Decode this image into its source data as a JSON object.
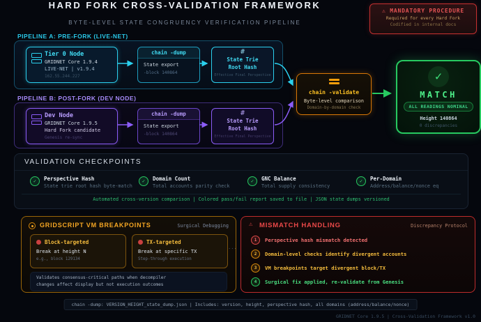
{
  "header": {
    "title": "HARD FORK CROSS-VALIDATION FRAMEWORK",
    "subtitle": "BYTE-LEVEL STATE CONGRUENCY VERIFICATION PIPELINE"
  },
  "mandatory": {
    "title": "MANDATORY PROCEDURE",
    "line1": "Required for every Hard Fork",
    "line2": "Codified in internal docs"
  },
  "icons": {
    "warning": "⚠",
    "check": "✓",
    "ellipsis": "..."
  },
  "pipeline_a": {
    "label": "PIPELINE A: PRE-FORK (LIVE-NET)",
    "node": {
      "title": "Tier 0 Node",
      "line1": "GRIDNET Core 1.9.4",
      "line2": "LIVE-NET | v1.9.4",
      "line3": "162.55.244.227"
    },
    "dump": {
      "title": "chain -dump",
      "line1": "State export",
      "line2": "-block 140864"
    },
    "trie": {
      "symbol": "#",
      "title1": "State Trie",
      "title2": "Root Hash",
      "caption": "Effective Final Perspective"
    }
  },
  "pipeline_b": {
    "label": "PIPELINE B: POST-FORK (DEV NODE)",
    "node": {
      "title": "Dev Node",
      "line1": "GRIDNET Core 1.9.5",
      "line2": "Hard Fork candidate",
      "line3": "Genesis re-sync"
    },
    "dump": {
      "title": "chain -dump",
      "line1": "State export",
      "line2": "-block 140864"
    },
    "trie": {
      "symbol": "#",
      "title1": "State Trie",
      "title2": "Root Hash",
      "caption": "Effective Final Perspective"
    }
  },
  "validate": {
    "title": "chain -validate",
    "line1": "Byte-level comparison",
    "line2": "Domain-by-domain check"
  },
  "match": {
    "title": "MATCH",
    "badge": "ALL READINGS NOMINAL",
    "height": "Height 140864",
    "discrepancies": "0 discrepancies"
  },
  "checkpoints": {
    "heading": "VALIDATION CHECKPOINTS",
    "items": [
      {
        "title": "Perspective Hash",
        "desc": "State trie root hash byte-match"
      },
      {
        "title": "Domain Count",
        "desc": "Total accounts parity check"
      },
      {
        "title": "GNC Balance",
        "desc": "Total supply consistency"
      },
      {
        "title": "Per-Domain",
        "desc": "Address/balance/nonce eq"
      }
    ],
    "footer": "Automated cross-version comparison | Colored pass/fail report saved to file | JSON state dumps versioned"
  },
  "breakpoints": {
    "title": "GRIDSCRIPT VM BREAKPOINTS",
    "tag": "Surgical Debugging",
    "cards": [
      {
        "title": "Block-targeted",
        "line1": "Break at height N",
        "line2": "e.g., block 129134"
      },
      {
        "title": "TX-targeted",
        "line1": "Break at specific TX",
        "line2": "Step-through execution"
      }
    ],
    "note1": "Validates consensus-critical paths when decompiler",
    "note2": "changes affect display but not execution outcomes"
  },
  "mismatch": {
    "title": "MISMATCH HANDLING",
    "tag": "Discrepancy Protocol",
    "steps": [
      {
        "num": "1",
        "text": "Perspective hash mismatch detected"
      },
      {
        "num": "2",
        "text": "Domain-level checks identify divergent accounts"
      },
      {
        "num": "3",
        "text": "VM breakpoints target divergent block/TX"
      },
      {
        "num": "4",
        "text": "Surgical fix applied, re-validate from Genesis"
      }
    ]
  },
  "footer": {
    "pill": "chain -dump: VERSION_HEIGHT_state_dump.json | Includes: version, height, perspective hash, all domains (address/balance/nonce)",
    "credit": "GRIDNET Core 1.9.5 | Cross-Validation Framework v1.0"
  },
  "colors": {
    "cyan": "#2bd0ee",
    "purple": "#8b5cf6",
    "amber": "#f59e0b",
    "green": "#27c960",
    "red": "#e04848"
  }
}
